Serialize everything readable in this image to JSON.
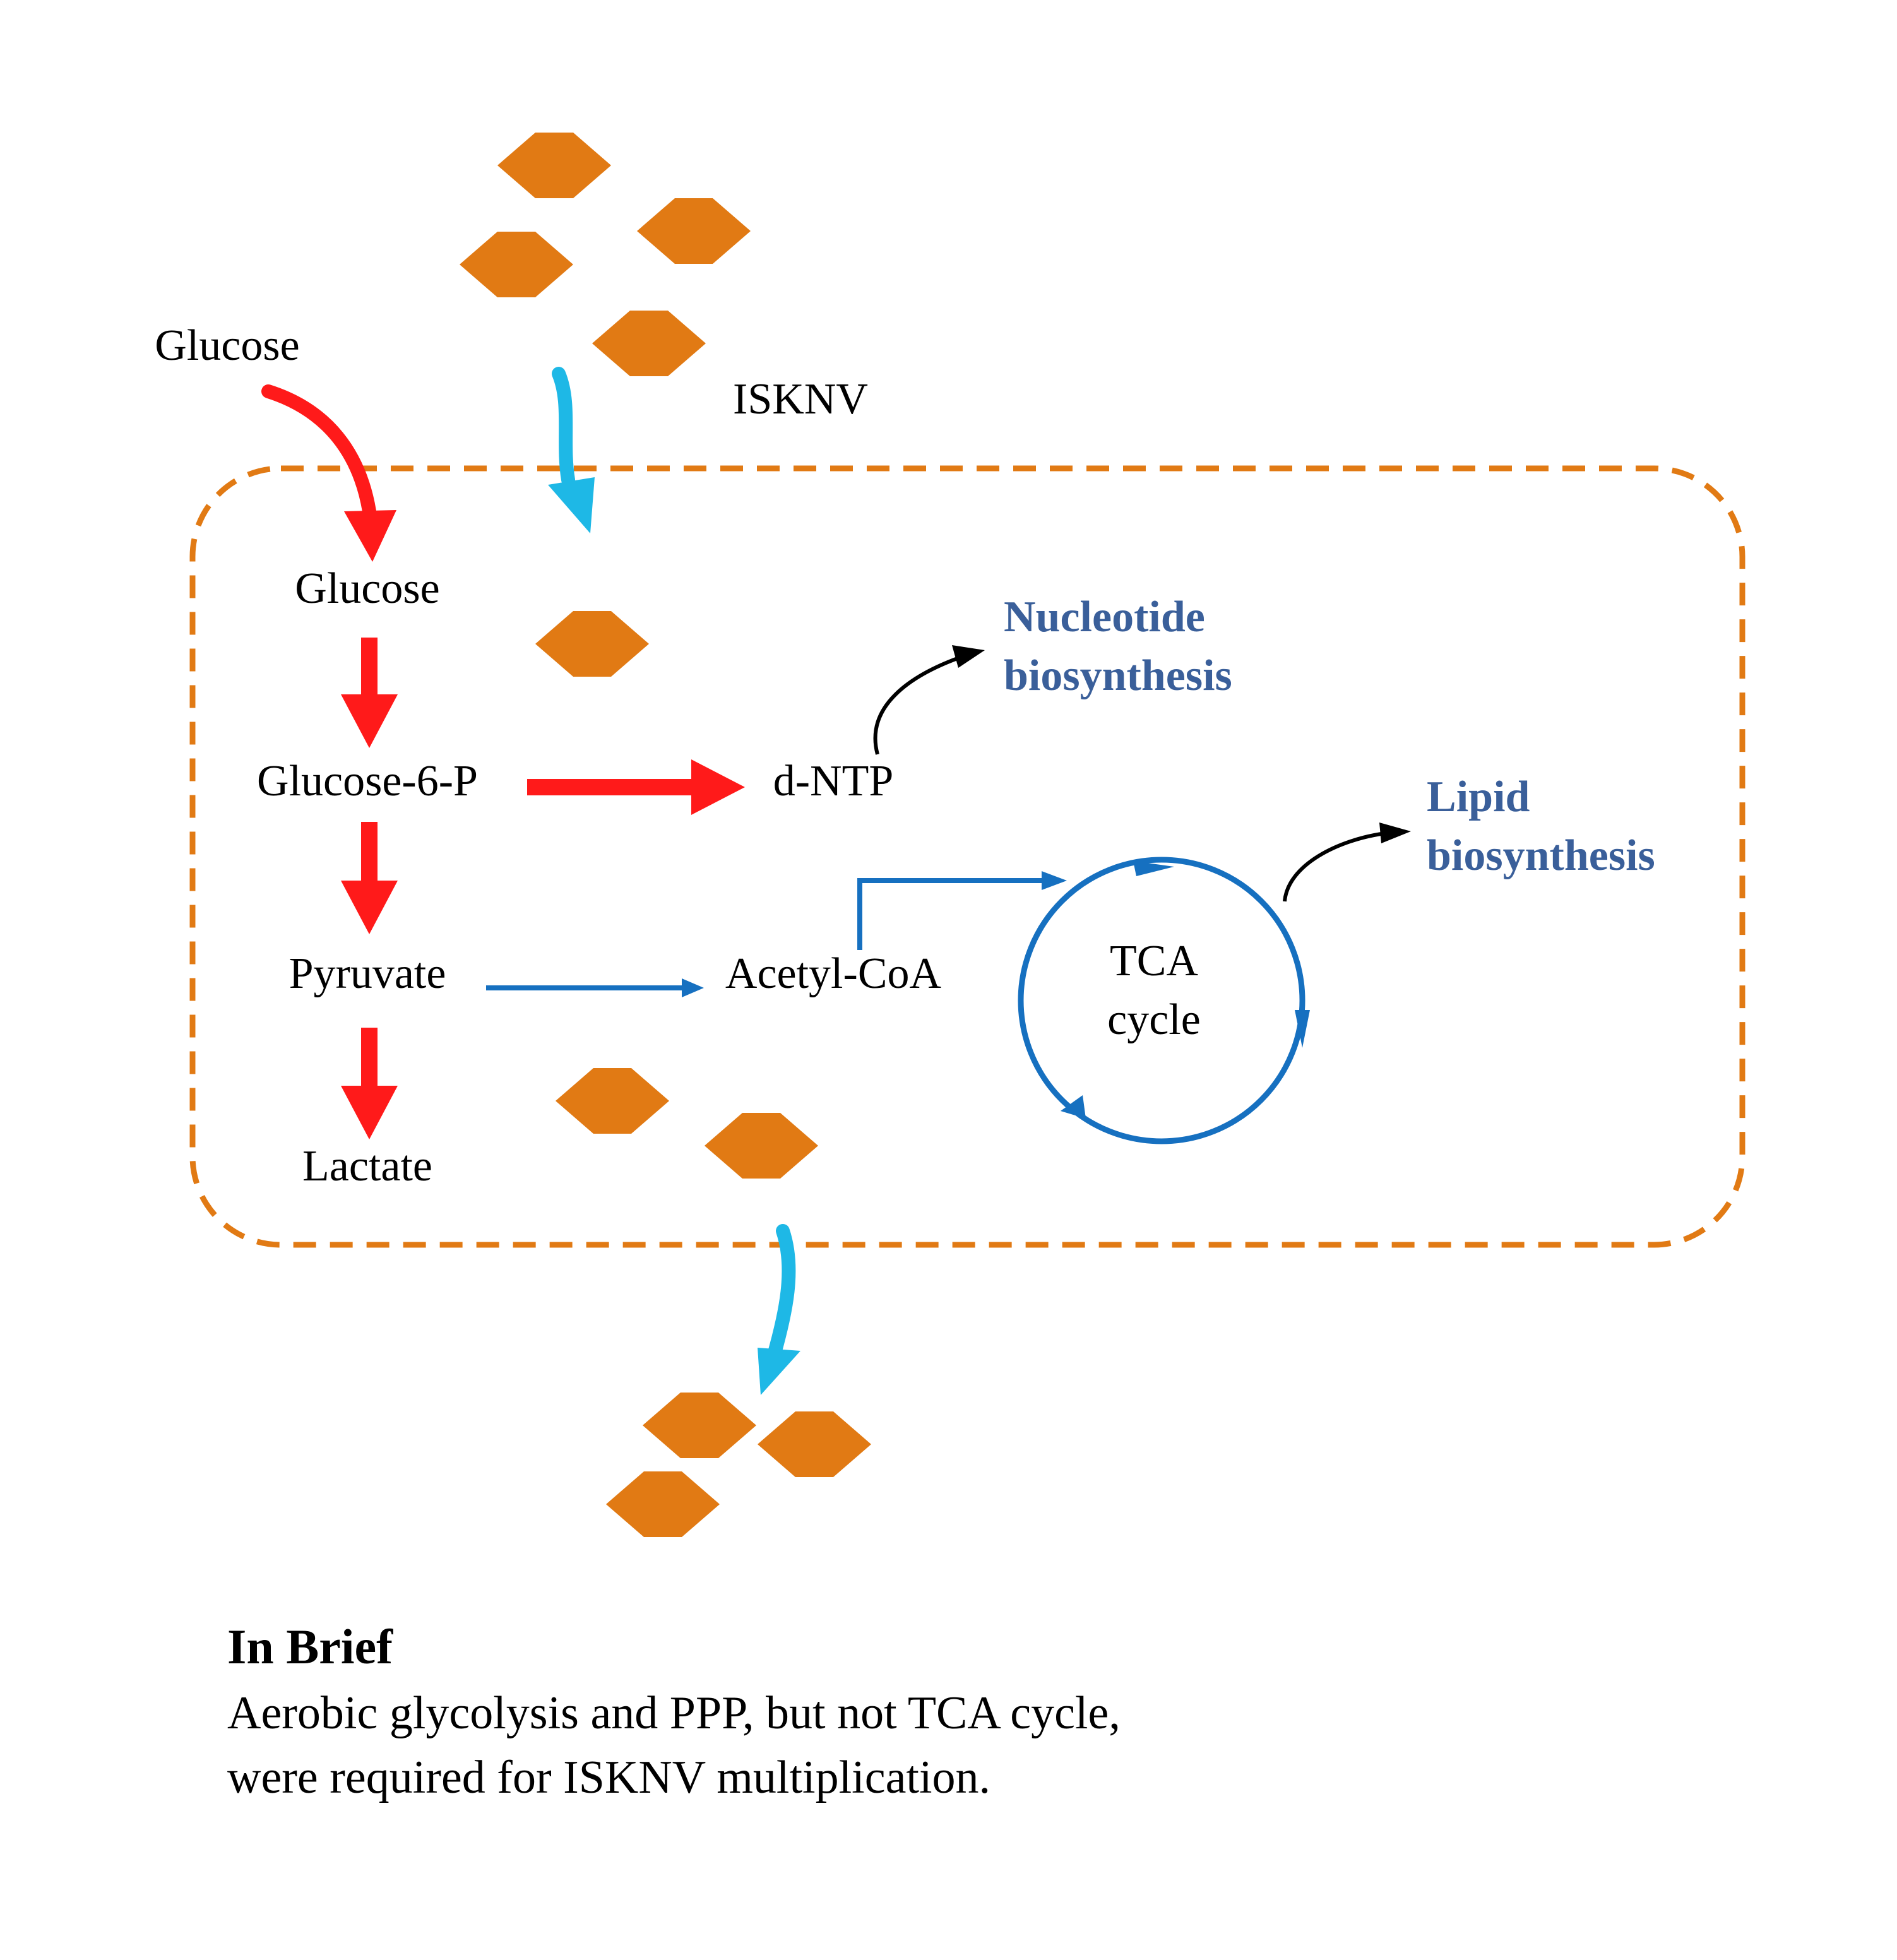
{
  "colors": {
    "virus": "#E17A14",
    "membrane": "#E17A14",
    "red_arrow": "#FF1A1A",
    "cyan_arrow": "#1EB8E6",
    "blue_path": "#1670C0",
    "synthesis_text": "#3A5F9A",
    "black_arrow": "#000000"
  },
  "icons": {
    "virus_particle": "hexagon-icon"
  },
  "labels": {
    "glucose_outside": "Glucose",
    "virus": "ISKNV",
    "glucose_inside": "Glucose",
    "glucose6p": "Glucose-6-P",
    "dntp": "d-NTP",
    "pyruvate": "Pyruvate",
    "acetyl_coa": "Acetyl-CoA",
    "lactate": "Lactate",
    "tca_line1": "TCA",
    "tca_line2": "cycle",
    "nucleotide_line1": "Nucleotide",
    "nucleotide_line2": "biosynthesis",
    "lipid_line1": "Lipid",
    "lipid_line2": "biosynthesis"
  },
  "brief": {
    "title": "In Brief",
    "line1": "Aerobic glycolysis and PPP, but not TCA cycle,",
    "line2": "were required for ISKNV multiplication."
  }
}
